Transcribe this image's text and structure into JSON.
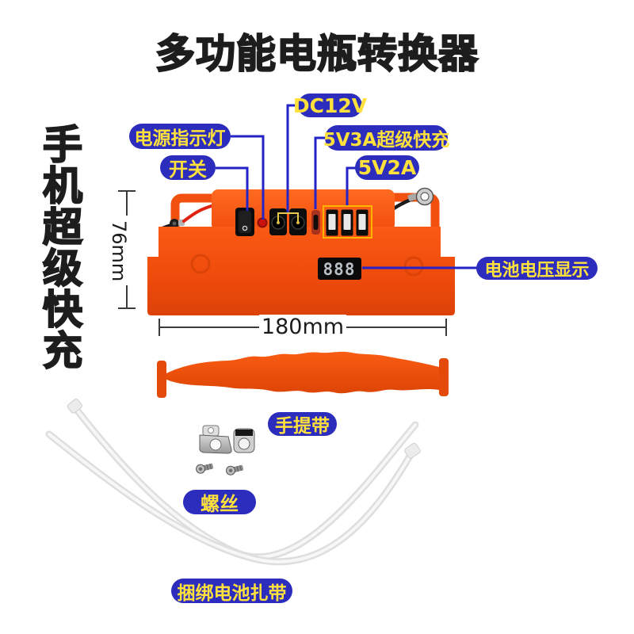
{
  "title": "多功能电瓶转换器",
  "side_text": "手机超级快充",
  "callouts": {
    "dc12v": "DC12V",
    "power_indicator": "电源指示灯",
    "fast_charge": "5V3A超级快充",
    "switch": "开关",
    "usb_5v2a": "5V2A",
    "voltage_display": "电池电压显示",
    "handle_strap": "手提带",
    "screws": "螺丝",
    "cable_ties": "捆绑电池扎带"
  },
  "dimensions": {
    "device_height": "76mm",
    "device_width": "180mm"
  },
  "device": {
    "voltage_display_value": "888"
  },
  "colors": {
    "label_bg": "#2d2dbd",
    "label_text": "#ffe13c",
    "callout_line": "#2323c8",
    "device_orange": "#f2500e",
    "highlight_outline": "#ffb400",
    "led_red": "#cc1111"
  }
}
